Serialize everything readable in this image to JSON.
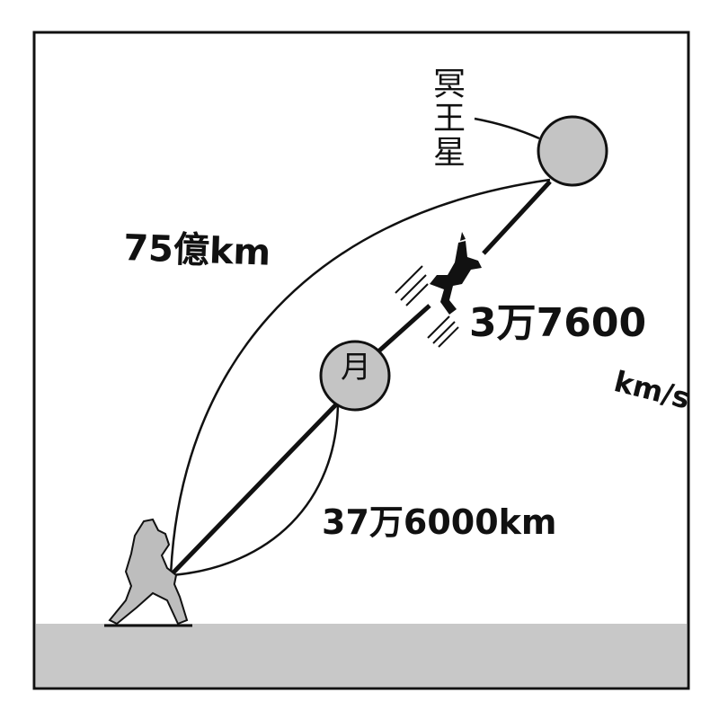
{
  "labels": {
    "pluto": "冥王星",
    "moon": "月",
    "pluto_distance": "75億km",
    "moon_distance": "37万6000km",
    "speed_value": "3万7600",
    "speed_unit": "km/s"
  },
  "colors": {
    "background": "#ffffff",
    "ink": "#111111",
    "ground": "#c8c8c8",
    "body_fill": "#c4c4c4",
    "silhouette": "#bdbdbd"
  }
}
